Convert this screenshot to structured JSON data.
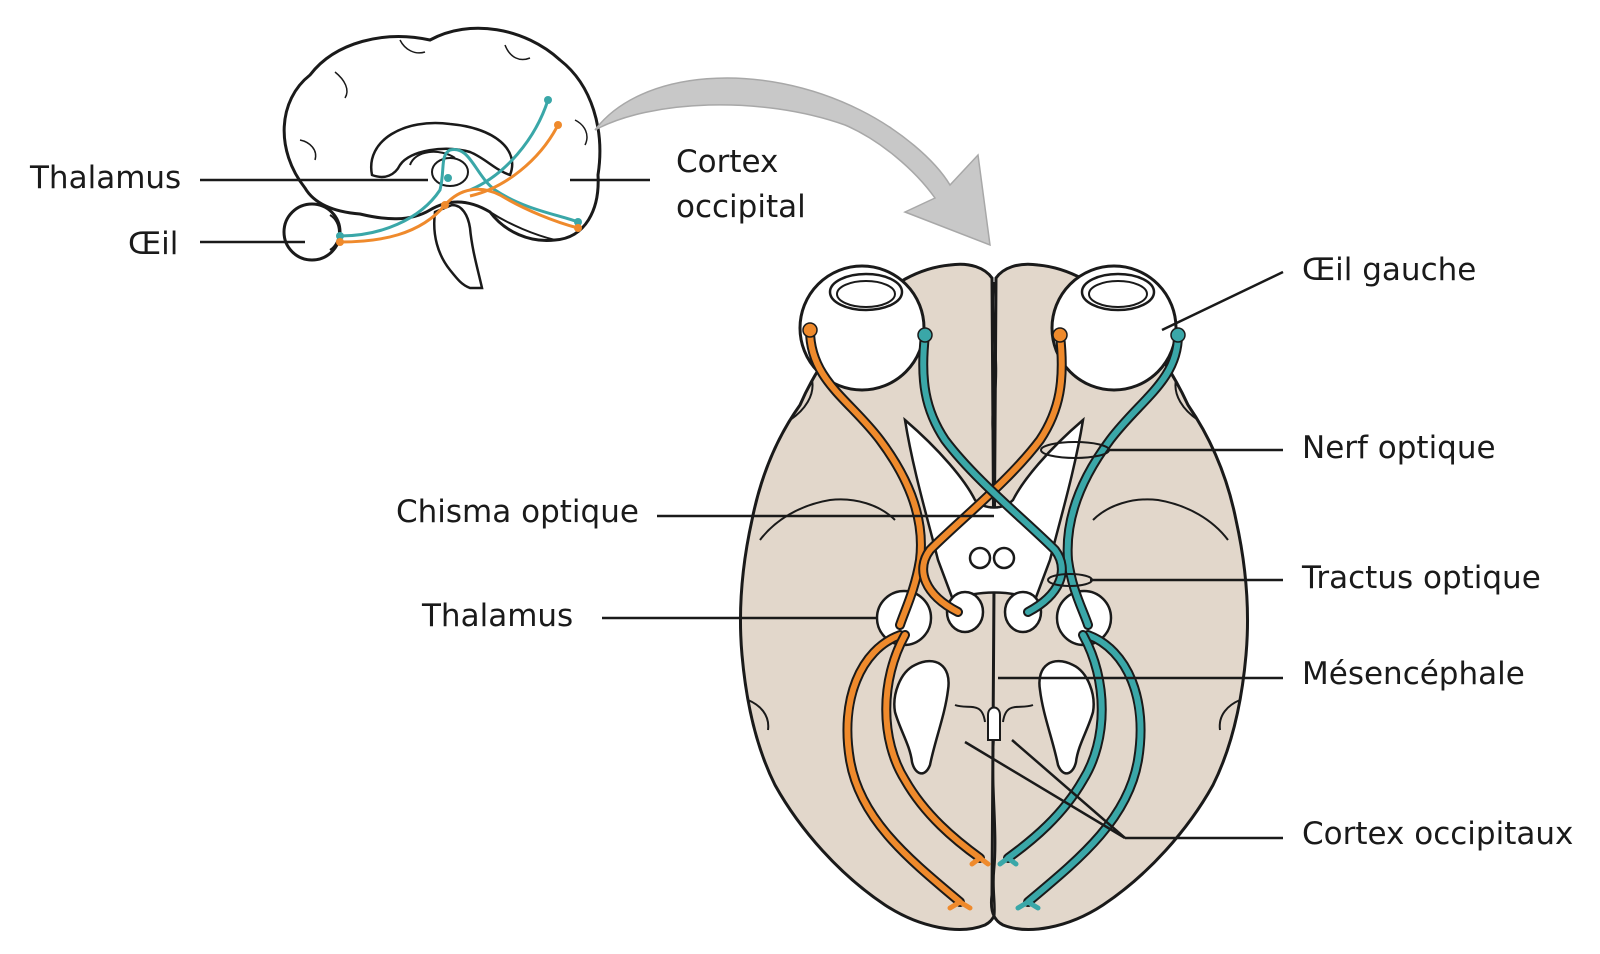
{
  "labels": {
    "sagittal_thalamus": "Thalamus",
    "sagittal_eye": "Œil",
    "cortex_occipital_line1": "Cortex",
    "cortex_occipital_line2": "occipital",
    "left_eye": "Œil gauche",
    "optic_nerve": "Nerf optique",
    "optic_chiasm": "Chisma optique",
    "optic_tract": "Tractus optique",
    "thalamus": "Thalamus",
    "midbrain": "Mésencéphale",
    "occipital_cortices": "Cortex occipitaux"
  },
  "colors": {
    "right_pathway": "#ef8a2c",
    "left_pathway": "#3aa7a8",
    "brain_fill": "#e2d7cb",
    "outline": "#1a1a1a",
    "arrow_fill": "#c8c8c8"
  }
}
